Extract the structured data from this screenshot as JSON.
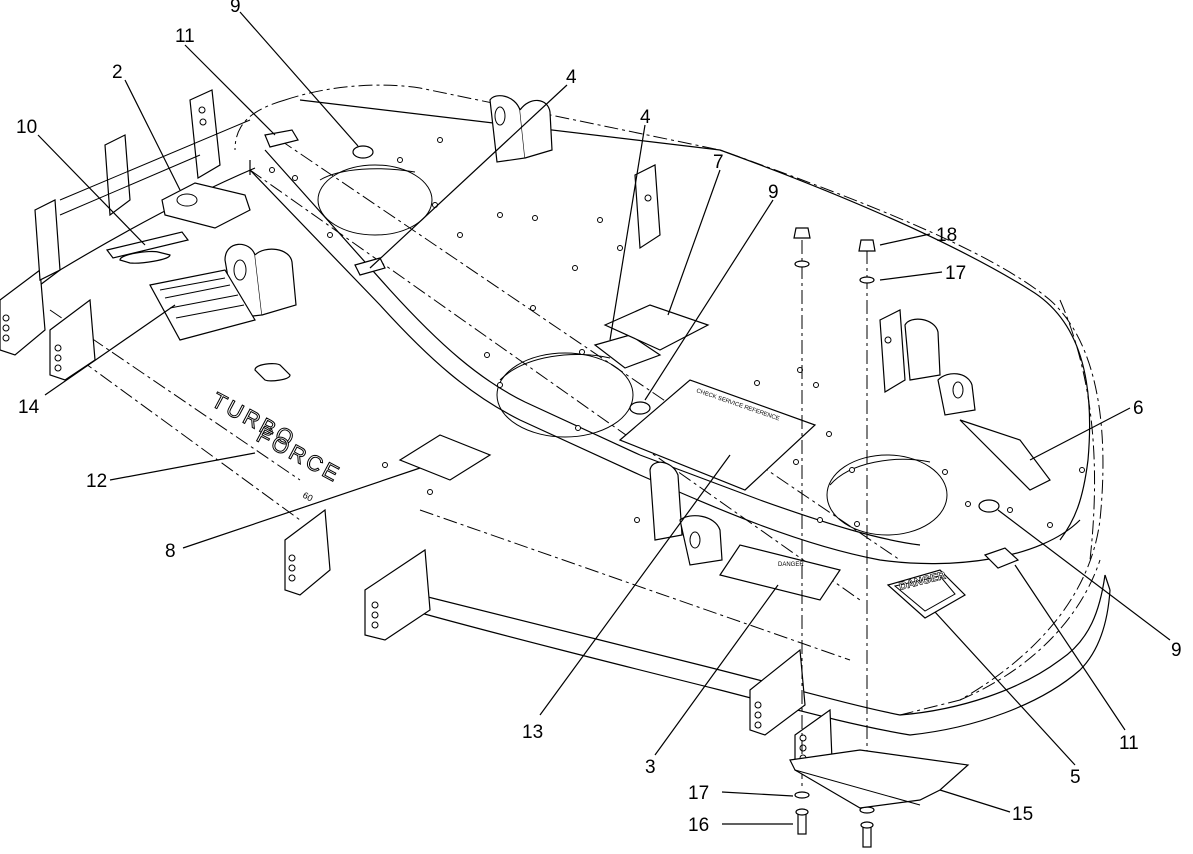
{
  "diagram": {
    "callouts": [
      "9",
      "11",
      "2",
      "10",
      "4",
      "4",
      "7",
      "9",
      "18",
      "17",
      "14",
      "12",
      "8",
      "6",
      "9",
      "13",
      "3",
      "5",
      "11",
      "17",
      "16",
      "15"
    ],
    "emboss": {
      "word1": "TURBO",
      "word2": "FORCE",
      "size": "60"
    },
    "decal_texts": {
      "service": "CHECK SERVICE REFERENCE",
      "danger_box": "DANGER",
      "danger_sign": "DANGER"
    }
  }
}
